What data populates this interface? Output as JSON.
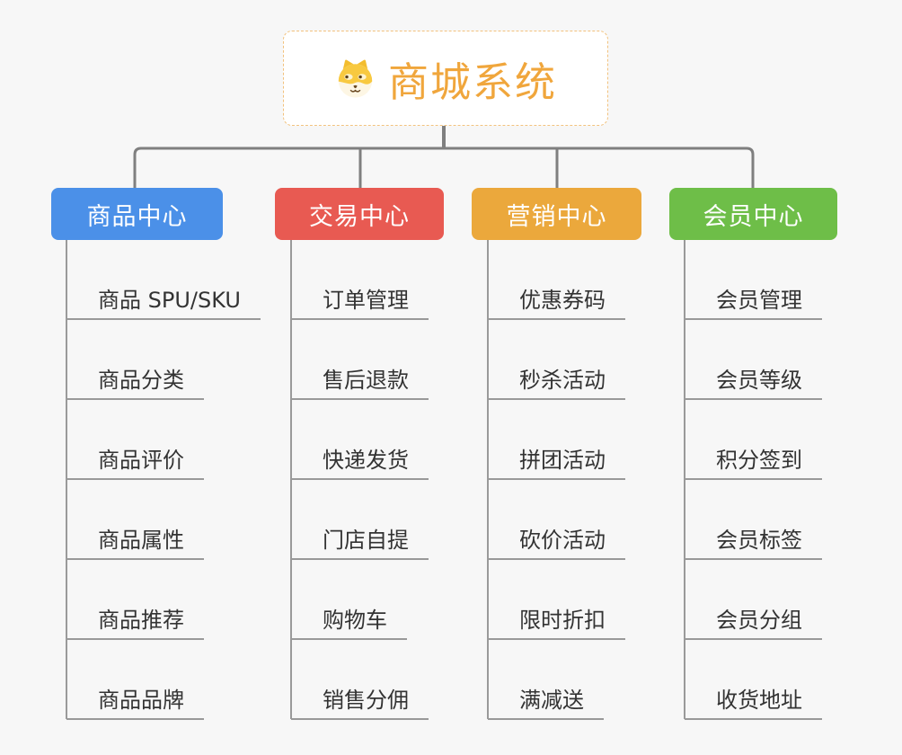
{
  "root": {
    "title": "商城系统",
    "icon": "dog-face-icon",
    "title_color": "#F0A63C",
    "border_color": "#F2C27E"
  },
  "branches": [
    {
      "label": "商品中心",
      "color": "#4B90E8",
      "items": [
        "商品 SPU/SKU",
        "商品分类",
        "商品评价",
        "商品属性",
        "商品推荐",
        "商品品牌"
      ]
    },
    {
      "label": "交易中心",
      "color": "#E85A52",
      "items": [
        "订单管理",
        "售后退款",
        "快递发货",
        "门店自提",
        "购物车",
        "销售分佣"
      ]
    },
    {
      "label": "营销中心",
      "color": "#EBA83C",
      "items": [
        "优惠券码",
        "秒杀活动",
        "拼团活动",
        "砍价活动",
        "限时折扣",
        "满减送"
      ]
    },
    {
      "label": "会员中心",
      "color": "#6EBE48",
      "items": [
        "会员管理",
        "会员等级",
        "积分签到",
        "会员标签",
        "会员分组",
        "收货地址"
      ]
    }
  ],
  "colors": {
    "background": "#F7F7F7",
    "connector": "#7F7F7F",
    "trunk": "#9A9A9A",
    "underline": "#999999",
    "leaf_text": "#333333"
  }
}
